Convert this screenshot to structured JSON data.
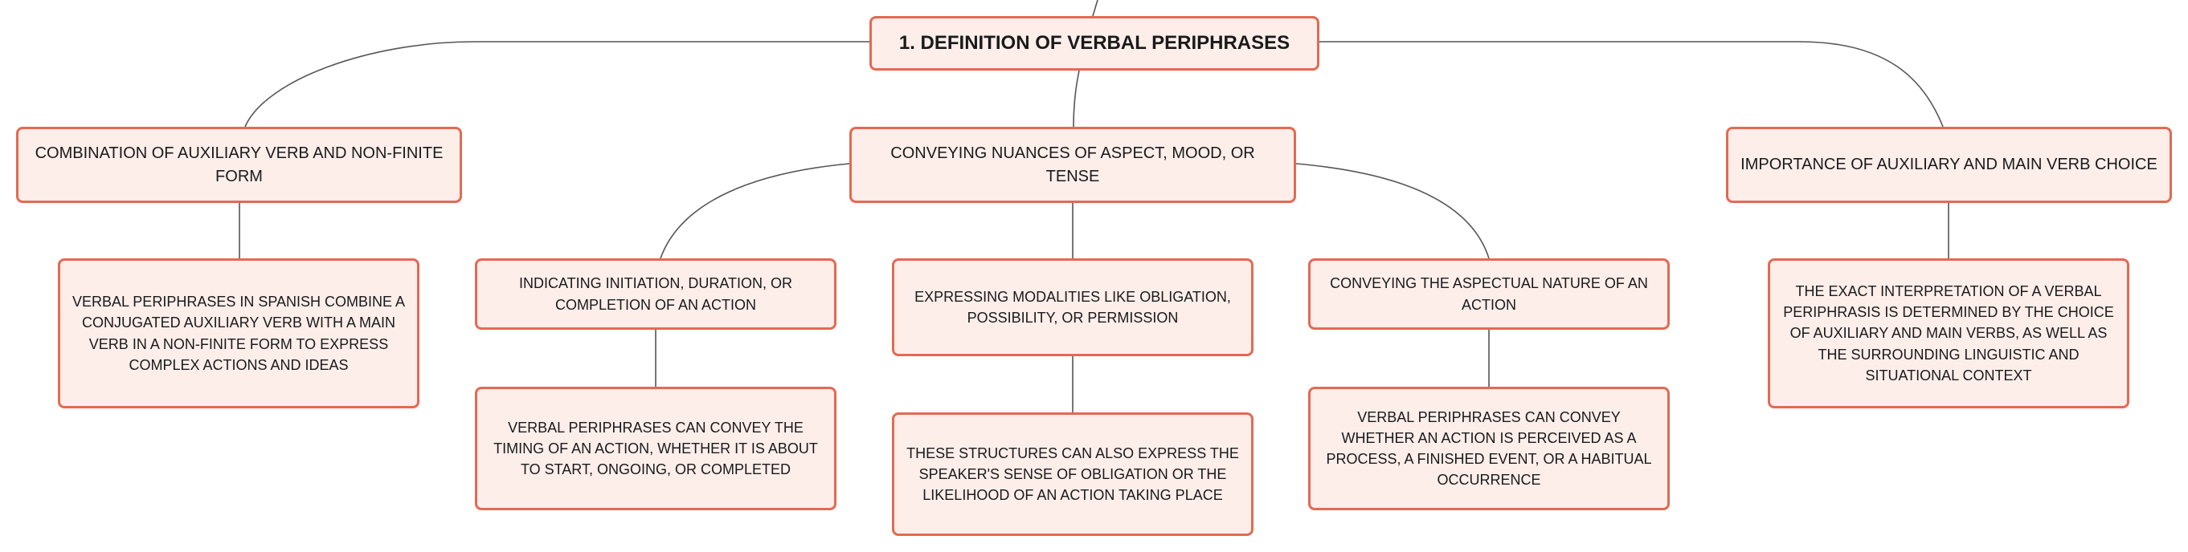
{
  "colors": {
    "node_fill": "#fdeeea",
    "node_border": "#e36a52",
    "connector": "#555555",
    "text": "#1a1a1a"
  },
  "root": {
    "label": "1. DEFINITION OF VERBAL PERIPHRASES"
  },
  "branches": [
    {
      "label": "COMBINATION OF AUXILIARY VERB AND NON-FINITE FORM",
      "children": [
        {
          "label": "VERBAL PERIPHRASES IN SPANISH COMBINE A CONJUGATED AUXILIARY VERB WITH A MAIN VERB IN A NON-FINITE FORM TO EXPRESS COMPLEX ACTIONS AND IDEAS"
        }
      ]
    },
    {
      "label": "CONVEYING NUANCES OF ASPECT, MOOD, OR TENSE",
      "children": [
        {
          "label": "INDICATING INITIATION, DURATION, OR COMPLETION OF AN ACTION",
          "children": [
            {
              "label": "VERBAL PERIPHRASES CAN CONVEY THE TIMING OF AN ACTION, WHETHER IT IS ABOUT TO START, ONGOING, OR COMPLETED"
            }
          ]
        },
        {
          "label": "EXPRESSING MODALITIES LIKE OBLIGATION, POSSIBILITY, OR PERMISSION",
          "children": [
            {
              "label": "THESE STRUCTURES CAN ALSO EXPRESS THE SPEAKER'S SENSE OF OBLIGATION OR THE LIKELIHOOD OF AN ACTION TAKING PLACE"
            }
          ]
        },
        {
          "label": "CONVEYING THE ASPECTUAL NATURE OF AN ACTION",
          "children": [
            {
              "label": "VERBAL PERIPHRASES CAN CONVEY WHETHER AN ACTION IS PERCEIVED AS A PROCESS, A FINISHED EVENT, OR A HABITUAL OCCURRENCE"
            }
          ]
        }
      ]
    },
    {
      "label": "IMPORTANCE OF AUXILIARY AND MAIN VERB CHOICE",
      "children": [
        {
          "label": "THE EXACT INTERPRETATION OF A VERBAL PERIPHRASIS IS DETERMINED BY THE CHOICE OF AUXILIARY AND MAIN VERBS, AS WELL AS THE SURROUNDING LINGUISTIC AND SITUATIONAL CONTEXT"
        }
      ]
    }
  ]
}
